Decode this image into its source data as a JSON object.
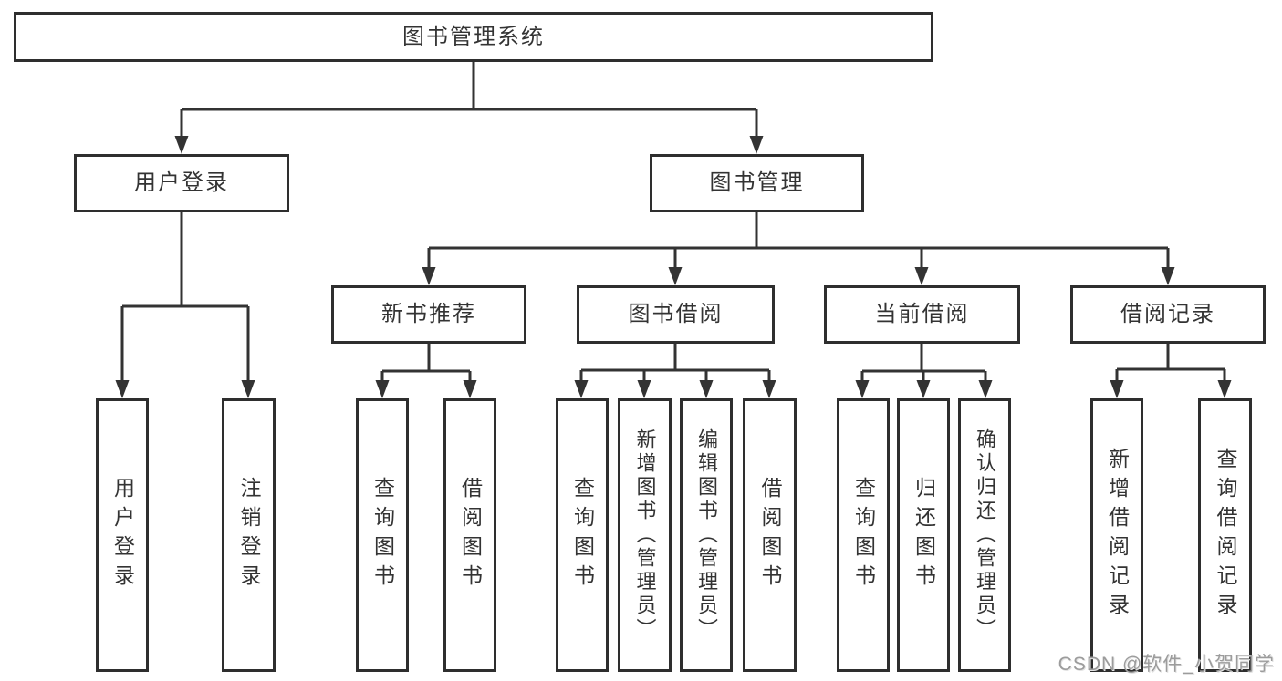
{
  "colors": {
    "line": "#333333",
    "box_border": "#2e2e2e",
    "text": "#333333",
    "background": "#ffffff",
    "watermark": "#9c9c9c"
  },
  "watermark": {
    "text": "CSDN @软件_小贺同学"
  },
  "tree": {
    "root": {
      "label": "图书管理系统"
    },
    "level2": [
      {
        "label": "用户登录",
        "children": [
          {
            "label": "用户登录"
          },
          {
            "label": "注销登录"
          }
        ]
      },
      {
        "label": "图书管理",
        "children": [
          {
            "label": "新书推荐",
            "children": [
              {
                "label": "查询图书"
              },
              {
                "label": "借阅图书"
              }
            ]
          },
          {
            "label": "图书借阅",
            "children": [
              {
                "label": "查询图书"
              },
              {
                "label": "新增图书（管理员）"
              },
              {
                "label": "编辑图书（管理员）"
              },
              {
                "label": "借阅图书"
              }
            ]
          },
          {
            "label": "当前借阅",
            "children": [
              {
                "label": "查询图书"
              },
              {
                "label": "归还图书"
              },
              {
                "label": "确认归还（管理员）"
              }
            ]
          },
          {
            "label": "借阅记录",
            "children": [
              {
                "label": "新增借阅记录"
              },
              {
                "label": "查询借阅记录"
              }
            ]
          }
        ]
      }
    ]
  }
}
